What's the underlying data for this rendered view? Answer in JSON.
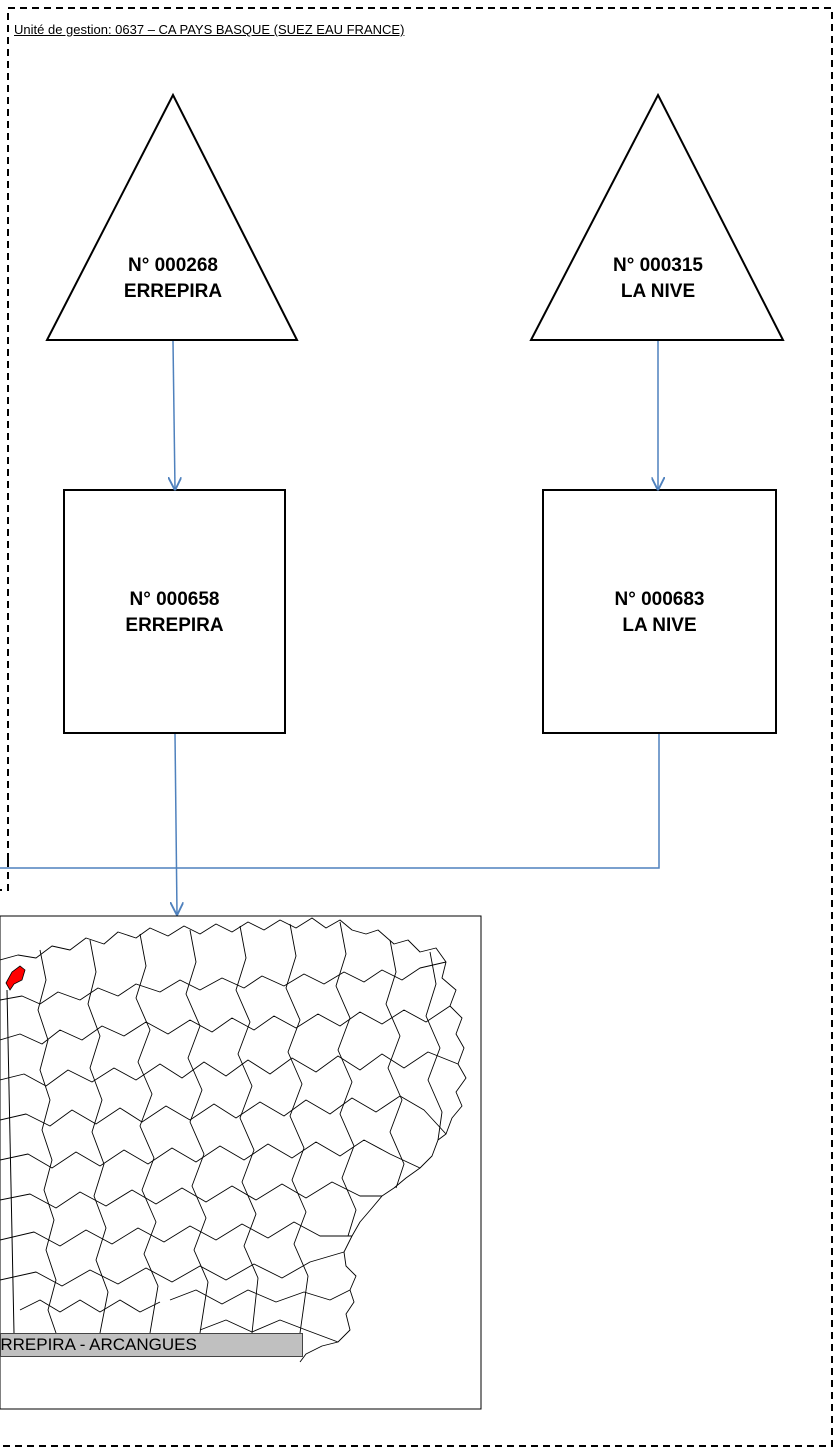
{
  "management_unit": {
    "label": "Unité de gestion:   0637 – CA PAYS BASQUE (SUEZ EAU FRANCE)"
  },
  "sources": [
    {
      "number": "N° 000268",
      "name": "ERREPIRA"
    },
    {
      "number": "N° 000315",
      "name": "LA NIVE"
    }
  ],
  "plants": [
    {
      "number": "N° 000658",
      "name": "ERREPIRA"
    },
    {
      "number": "N° 000683",
      "name": "LA NIVE"
    }
  ],
  "map": {
    "commune_label": "ERREPIRA - ARCANGUES",
    "highlight_color": "#ff0000"
  },
  "colors": {
    "arrow": "#4f81bd",
    "border": "#000000"
  }
}
